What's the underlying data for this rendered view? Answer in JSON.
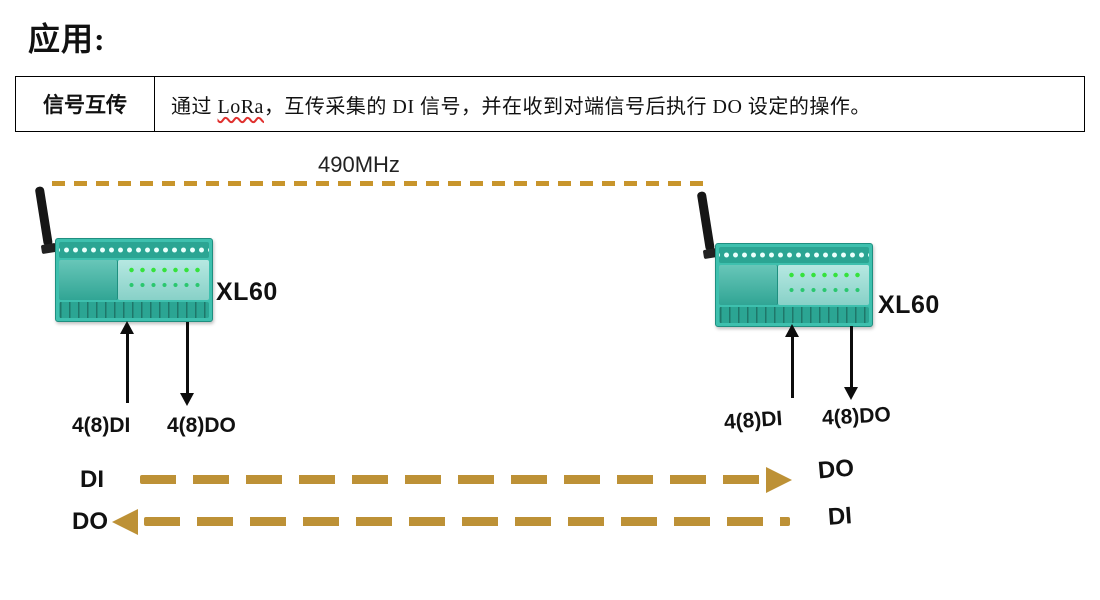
{
  "title": "应用:",
  "table": {
    "header": "信号互传",
    "desc_pre": "通过 ",
    "desc_lora": "LoRa",
    "desc_post": "，互传采集的 DI 信号，并在收到对端信号后执行 DO 设定的操作。"
  },
  "diagram": {
    "frequency_label": "490MHz",
    "devices": [
      {
        "model": "XL60",
        "di_label": "4(8)DI",
        "do_label": "4(8)DO"
      },
      {
        "model": "XL60",
        "di_label": "4(8)DI",
        "do_label": "4(8)DO"
      }
    ],
    "flows": [
      {
        "left": "DI",
        "right": "DO",
        "direction": "right"
      },
      {
        "left": "DO",
        "right": "DI",
        "direction": "left"
      }
    ],
    "colors": {
      "device_teal": "#3ec0ae",
      "rf_dash": "#c8952c",
      "flow_gold": "#bd9136",
      "arrow_black": "#0d0d0d"
    }
  }
}
